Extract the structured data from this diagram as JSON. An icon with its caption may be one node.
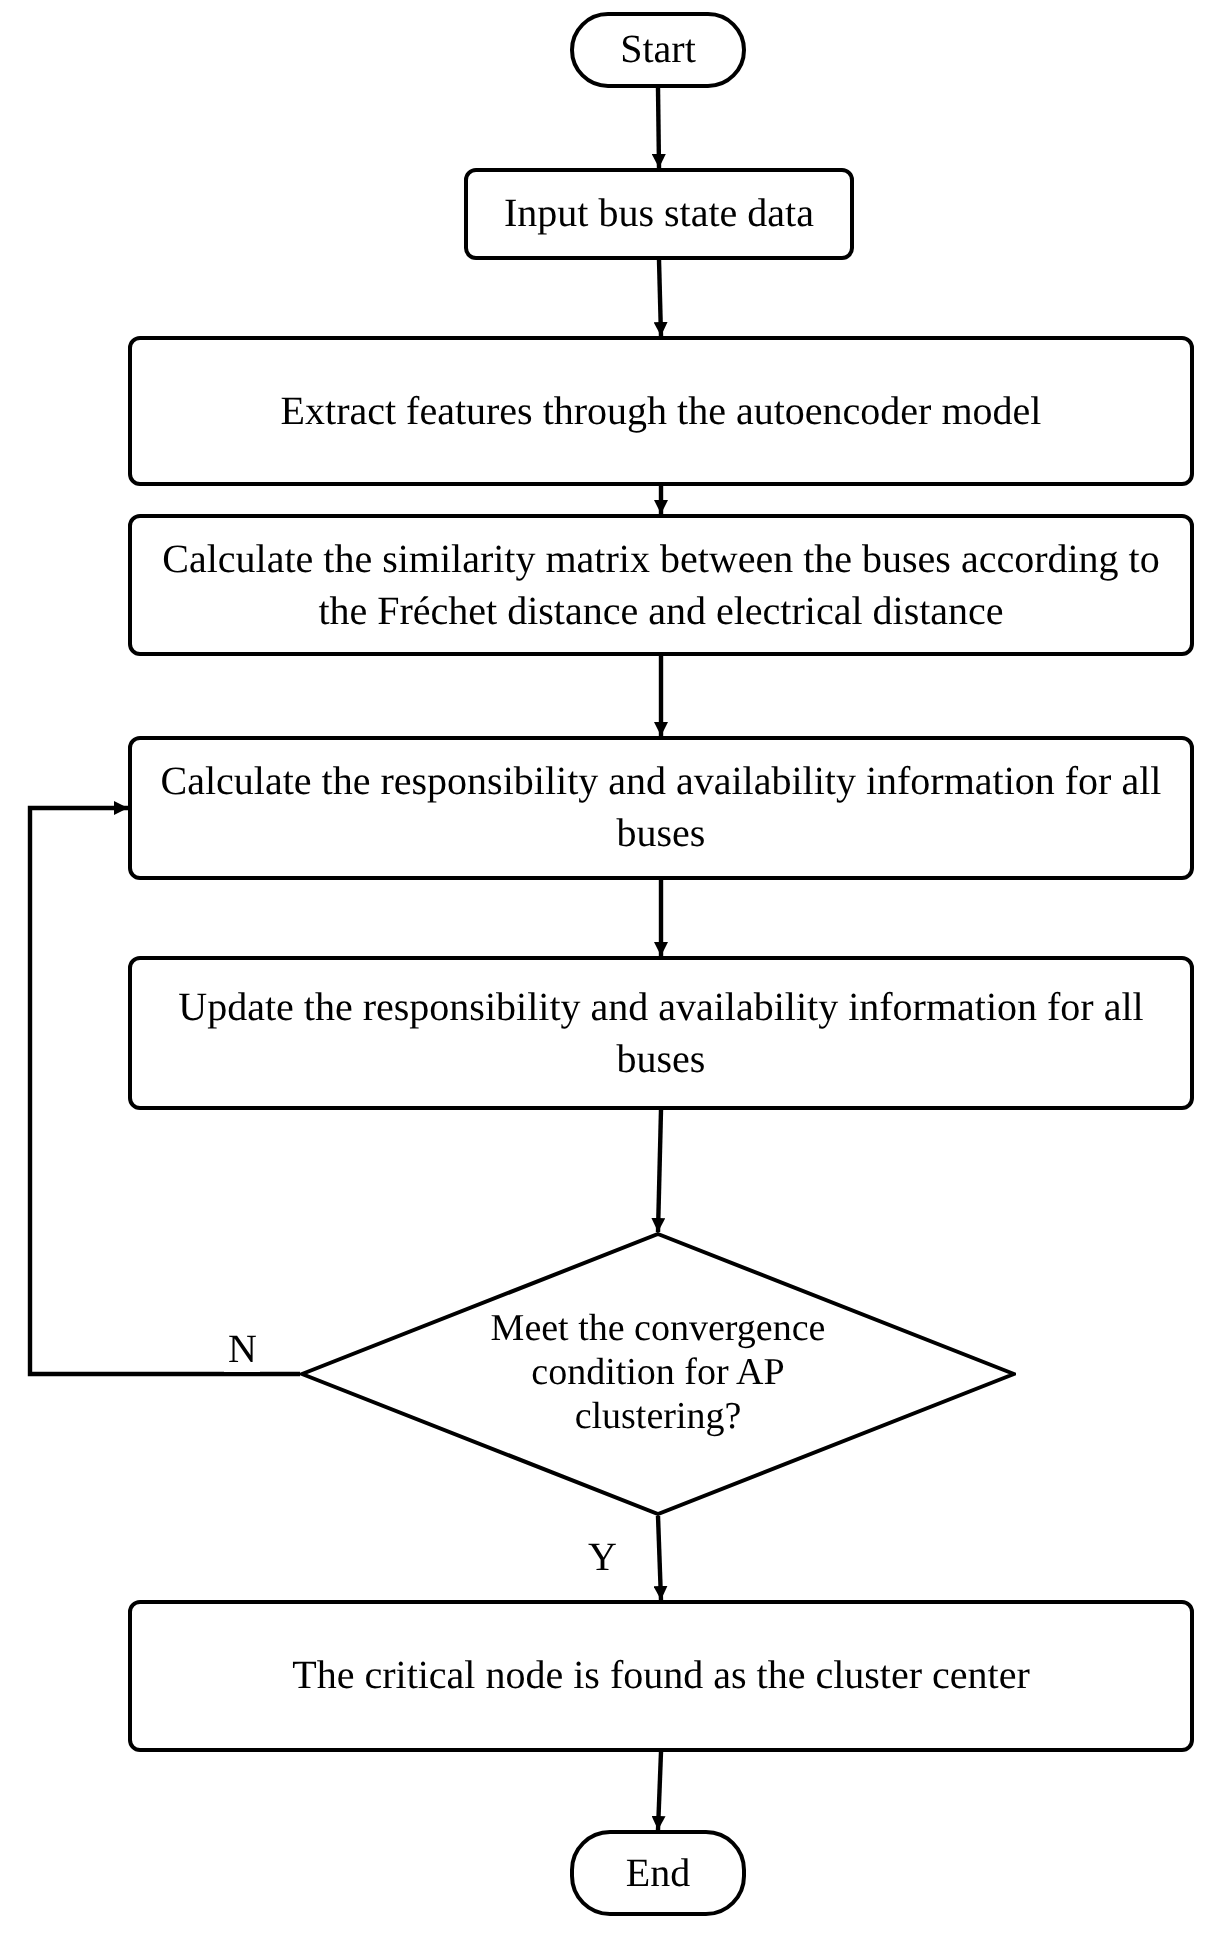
{
  "diagram": {
    "nodes": [
      {
        "text": [
          "Start"
        ]
      },
      {
        "text": [
          "Input bus state data"
        ]
      },
      {
        "text": [
          "Extract features through the autoencoder model"
        ]
      },
      {
        "text": [
          "Calculate the similarity matrix between the buses according to the Fréchet distance and electrical distance"
        ]
      },
      {
        "text": [
          "Calculate the responsibility and availability information for all buses"
        ]
      },
      {
        "text": [
          "Update the responsibility and availability information for all buses"
        ]
      },
      {
        "text": [
          "Meet the convergence condition for AP clustering?"
        ]
      },
      {
        "text": [
          "The critical node is found as the cluster center"
        ]
      },
      {
        "text": [
          "End"
        ]
      }
    ],
    "edges": [
      {
        "from": 0,
        "to": 1,
        "arrow": "to"
      },
      {
        "from": 1,
        "to": 2,
        "arrow": "to"
      },
      {
        "from": 2,
        "to": 3,
        "arrow": "to"
      },
      {
        "from": 3,
        "to": 4,
        "arrow": "to"
      },
      {
        "from": 4,
        "to": 5,
        "arrow": "to"
      },
      {
        "from": 5,
        "to": 6,
        "arrow": "to"
      },
      {
        "from": 6,
        "to": 4,
        "arrow": "to",
        "label": "N"
      },
      {
        "from": 6,
        "to": 7,
        "arrow": "to",
        "label": "Y"
      },
      {
        "from": 7,
        "to": 8,
        "arrow": "to"
      }
    ]
  }
}
